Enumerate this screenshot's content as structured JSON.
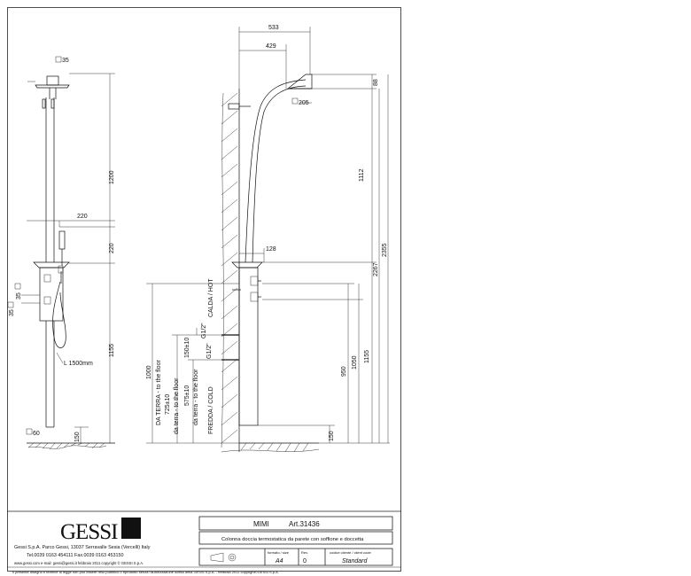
{
  "dimensions": {
    "front": {
      "square_35_top": "35",
      "height_1200": "1200",
      "width_220": "220",
      "height_220": "220",
      "square_35_a": "35",
      "square_35_b": "35",
      "height_1155": "1155",
      "hose_length": "L 1500mm",
      "square_60": "60",
      "height_150": "150"
    },
    "side": {
      "width_533": "533",
      "width_429": "429",
      "height_88": "88",
      "square_205": "205",
      "height_1112": "1112",
      "height_2267": "2267",
      "height_2355": "2355",
      "width_128": "128",
      "height_950": "950",
      "height_1050": "1050",
      "height_1155": "1155",
      "height_150": "150",
      "thread_top": "G1/2\"",
      "thread_bottom": "G1/2\"",
      "height_1000": "1000",
      "height_725": "725±10",
      "height_575": "575±10",
      "height_150_10": "150±10",
      "label_da_terra_1": "DA TERRA - to the floor",
      "label_da_terra_2": "da terra - to the floor",
      "label_da_terra_3": "da terra - to the floor",
      "label_hot": "CALDA / HOT",
      "label_cold": "FREDDA / COLD"
    }
  },
  "title_block": {
    "logo_text": "GESSI",
    "company_line1": "Gessi S.p.A. Parco Gessi, 13037 Serravalle Sesia (Vercelli) Italy",
    "company_line2": "Tel.0039 0163 454111 Fax.0039 0163 453150",
    "company_line3": "www.gessi.com e-mail: gessi@gessi.it febbraio 2011 copyright © GESSI S.p.A.",
    "product_name": "MIMI",
    "article": "Art.31436",
    "description": "Colonna doccia termostatica da parete con soffione e doccetta",
    "format_label": "formato / size",
    "format_value": "A4",
    "rev_label": "Rev.",
    "rev_value": "0",
    "client_label": "codice cliente / client code",
    "client_value": "Standard",
    "footer": "Il presente disegno e termine di legge non può essere reso pubblico o riprodotto senza l'autorizzazione scritta della GESSI S.p.A. - febbraio 2011 copyright©GESSI S.p.A."
  }
}
